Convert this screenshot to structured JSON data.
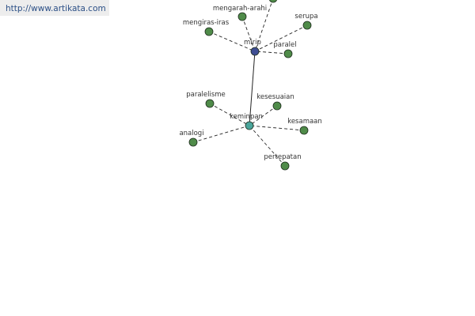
{
  "site_url": "http://www.artikata.com",
  "colors": {
    "hub_primary": "#3f4e94",
    "hub_secondary": "#4aa59b",
    "leaf": "#4f8b49",
    "edge": "#222222"
  },
  "graph": {
    "primary_hub": "mirip",
    "secondary_hub": "keminpan",
    "hub_link": [
      "mirip",
      "keminpan"
    ],
    "nodes": [
      {
        "id": "mirip",
        "label": "mirip",
        "role": "primary_hub"
      },
      {
        "id": "mengarah-arahi",
        "label": "mengarah-arahi",
        "role": "leaf",
        "parent": "mirip"
      },
      {
        "id": "serupa",
        "label": "serupa",
        "role": "leaf",
        "parent": "mirip"
      },
      {
        "id": "mengiras-iras",
        "label": "mengiras-iras",
        "role": "leaf",
        "parent": "mirip"
      },
      {
        "id": "paralel",
        "label": "paralel",
        "role": "leaf",
        "parent": "mirip"
      },
      {
        "id": "top-offscreen",
        "label": "",
        "role": "leaf",
        "parent": "mirip"
      },
      {
        "id": "keminpan",
        "label": "keminpan",
        "role": "secondary_hub"
      },
      {
        "id": "paralelisme",
        "label": "paralelisme",
        "role": "leaf",
        "parent": "keminpan"
      },
      {
        "id": "kesesuaian",
        "label": "kesesuaian",
        "role": "leaf",
        "parent": "keminpan"
      },
      {
        "id": "kesamaan",
        "label": "kesamaan",
        "role": "leaf",
        "parent": "keminpan"
      },
      {
        "id": "analogi",
        "label": "analogi",
        "role": "leaf",
        "parent": "keminpan"
      },
      {
        "id": "pertepatan",
        "label": "pertepatan",
        "role": "leaf",
        "parent": "keminpan"
      }
    ]
  }
}
